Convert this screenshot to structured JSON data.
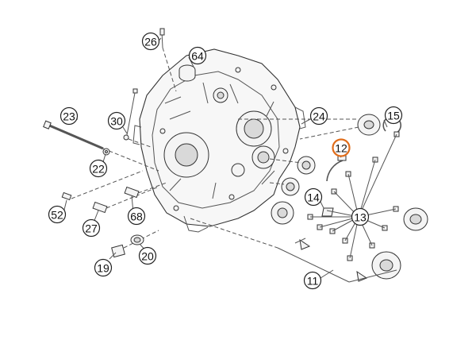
{
  "callouts": [
    {
      "id": "c26",
      "label": "26"
    },
    {
      "id": "c64",
      "label": "64"
    },
    {
      "id": "c23",
      "label": "23"
    },
    {
      "id": "c30",
      "label": "30"
    },
    {
      "id": "c24",
      "label": "24"
    },
    {
      "id": "c15",
      "label": "15"
    },
    {
      "id": "c12",
      "label": "12",
      "highlight": true,
      "highlight_color": "#e06d1b"
    },
    {
      "id": "c22",
      "label": "22"
    },
    {
      "id": "c14",
      "label": "14"
    },
    {
      "id": "c13",
      "label": "13"
    },
    {
      "id": "c52",
      "label": "52"
    },
    {
      "id": "c27",
      "label": "27"
    },
    {
      "id": "c68",
      "label": "68"
    },
    {
      "id": "c19",
      "label": "19"
    },
    {
      "id": "c20",
      "label": "20"
    },
    {
      "id": "c11",
      "label": "11"
    }
  ],
  "colors": {
    "line": "#555555",
    "highlight": "#e06d1b"
  }
}
